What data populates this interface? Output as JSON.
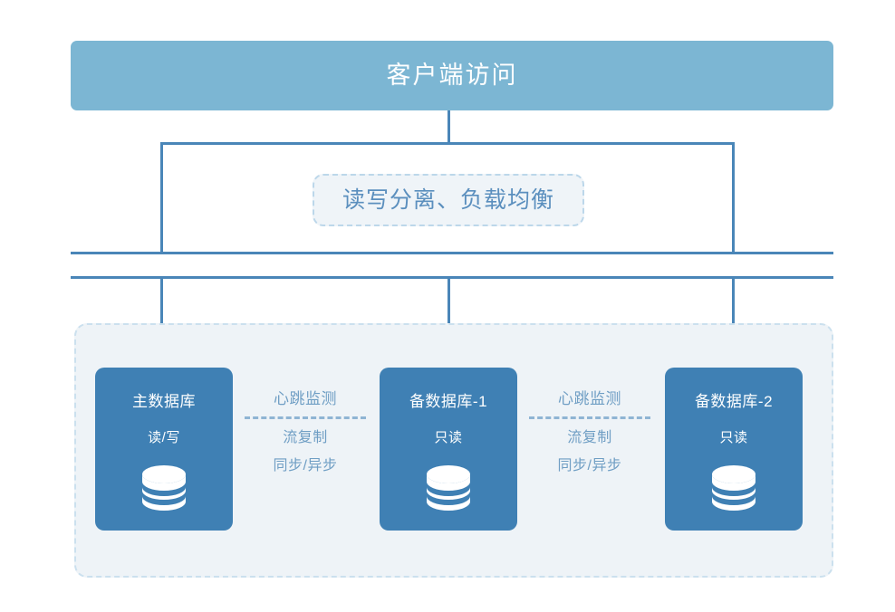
{
  "diagram": {
    "title_banner": {
      "label": "客户端访问",
      "bg_color": "#7cb6d3",
      "text_color": "#ffffff"
    },
    "load_balancer": {
      "label": "读写分离、负载均衡",
      "bg_color": "#eff4f8",
      "border_color": "#bcd7ea",
      "text_color": "#5b8fbe"
    },
    "cluster": {
      "bg_color": "#eef3f7",
      "border_color": "#cbe0ee"
    },
    "connector_color": "#4a86b8",
    "nodes": [
      {
        "title": "主数据库",
        "mode": "读/写",
        "icon": "database-cylinder-icon",
        "bg_color": "#3f80b4"
      },
      {
        "title": "备数据库-1",
        "mode": "只读",
        "icon": "database-cylinder-icon",
        "bg_color": "#3f80b4"
      },
      {
        "title": "备数据库-2",
        "mode": "只读",
        "icon": "database-cylinder-icon",
        "bg_color": "#3f80b4"
      }
    ],
    "replication_links": [
      {
        "heartbeat": "心跳监测",
        "stream": "流复制",
        "sync_mode": "同步/异步",
        "text_color": "#6f9ec4",
        "dash_color": "#8fb4d3"
      },
      {
        "heartbeat": "心跳监测",
        "stream": "流复制",
        "sync_mode": "同步/异步",
        "text_color": "#6f9ec4",
        "dash_color": "#8fb4d3"
      }
    ]
  }
}
